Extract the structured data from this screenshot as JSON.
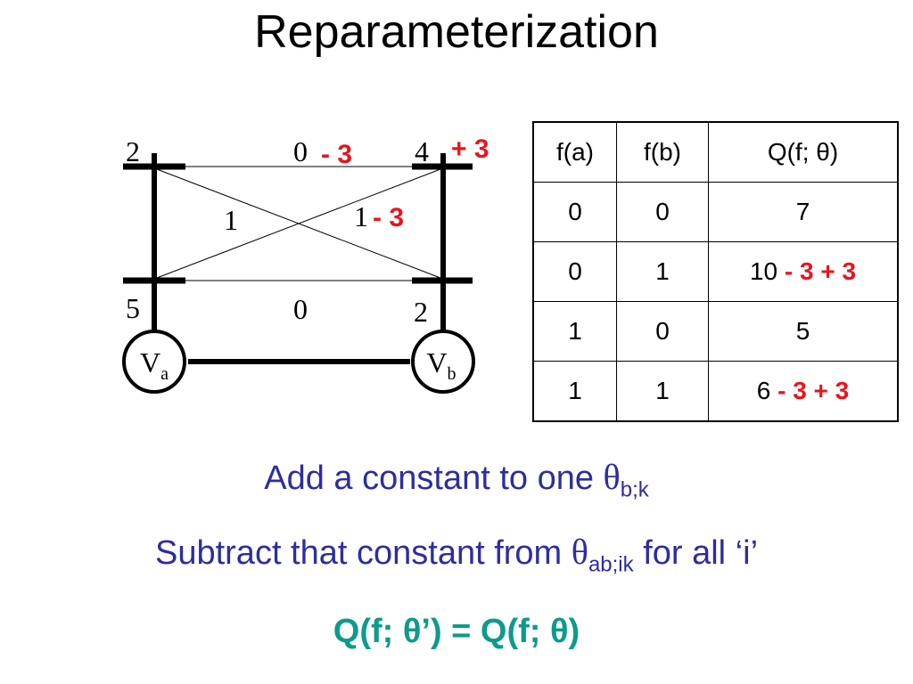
{
  "title": "Reparameterization",
  "graph": {
    "node_a": {
      "letter": "V",
      "sub": "a",
      "unary_top": "2",
      "unary_bottom": "5"
    },
    "node_b": {
      "letter": "V",
      "sub": "b",
      "unary_top": "4",
      "unary_bottom": "2",
      "unary_top_change": "+ 3"
    },
    "pairwise": {
      "top_value": "0",
      "top_change": "- 3",
      "cross_left_value": "1",
      "cross_right_value": "1",
      "cross_right_change": "- 3",
      "bottom_value": "0"
    }
  },
  "table": {
    "headers": [
      "f(a)",
      "f(b)",
      "Q(f; θ)"
    ],
    "rows": [
      {
        "fa": "0",
        "fb": "0",
        "q": "7",
        "change": ""
      },
      {
        "fa": "0",
        "fb": "1",
        "q": "10",
        "change": "- 3 + 3"
      },
      {
        "fa": "1",
        "fb": "0",
        "q": "5",
        "change": ""
      },
      {
        "fa": "1",
        "fb": "1",
        "q": "6",
        "change": "- 3 + 3"
      }
    ]
  },
  "notes": {
    "line1_text": "Add a constant to one ",
    "line1_symbol": "θ",
    "line1_sub": "b;k",
    "line2_text": "Subtract that constant from ",
    "line2_symbol": "θ",
    "line2_sub": "ab;ik",
    "line2_suffix": " for all ‘i’"
  },
  "result": "Q(f; θ’) = Q(f; θ)",
  "colors": {
    "text": "#000000",
    "change": "#e8141b",
    "note": "#2d2da0",
    "result": "#0d9b8a"
  }
}
